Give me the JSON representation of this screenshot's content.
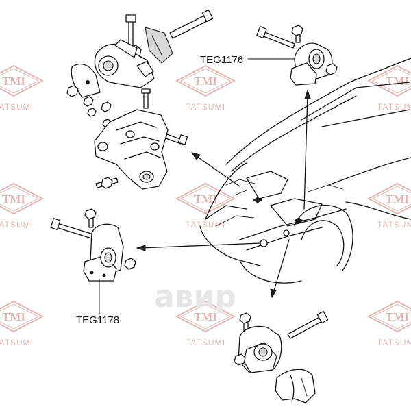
{
  "watermark": {
    "logo_text": "TMI",
    "brand_text": "TATSUMI",
    "center_mark": "авир"
  },
  "labels": {
    "part_top": "TEG1176",
    "part_left": "TEG1178"
  },
  "colors": {
    "watermark": "#e2b7b7",
    "ink": "#111111",
    "background": "#ffffff"
  }
}
